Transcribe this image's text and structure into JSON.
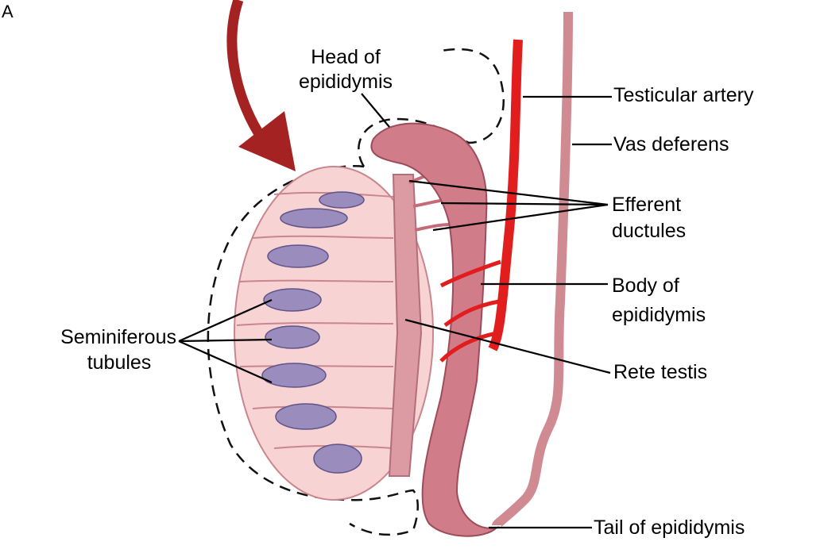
{
  "figure_letter": "A",
  "labels": {
    "head_epididymis": [
      "Head of",
      "epididymis"
    ],
    "testicular_artery": "Testicular artery",
    "vas_deferens": "Vas deferens",
    "efferent_ductules": [
      "Efferent",
      "ductules"
    ],
    "body_epididymis": [
      "Body of",
      "epididymis"
    ],
    "rete_testis": "Rete testis",
    "seminiferous_tubules": [
      "Seminiferous",
      "tubules"
    ],
    "tail_epididymis": "Tail of epididymis"
  },
  "colors": {
    "testis_fill": "#f7d3d4",
    "testis_stroke": "#c9868c",
    "tubule": "#8c7fae",
    "epididymis": "#c76a78",
    "artery": "#e21d1d",
    "vas": "#cf8a92",
    "arrow": "#a52222"
  }
}
